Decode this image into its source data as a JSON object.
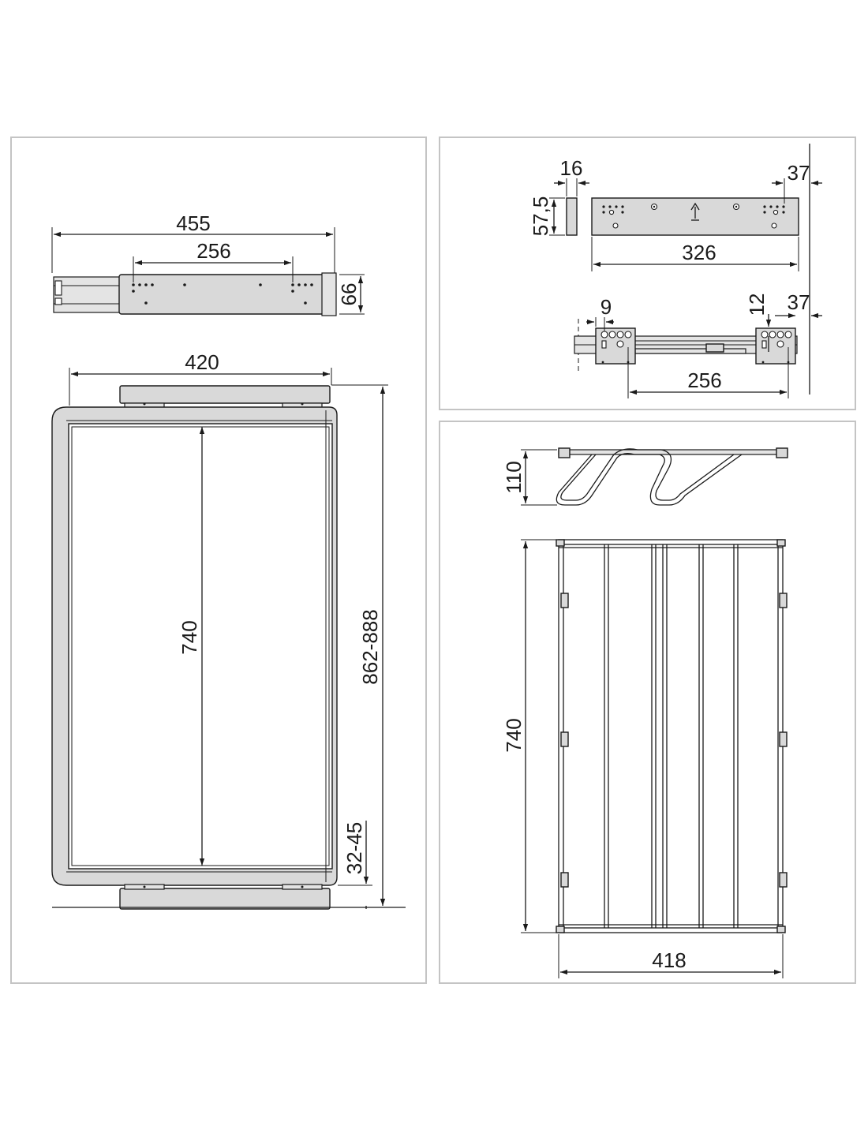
{
  "dimensions": {
    "front_width": "455",
    "front_hole_spacing": "256",
    "front_height": "66",
    "plan_width": "420",
    "plan_depth": "740",
    "cabinet_depth": "862-888",
    "front_offset": "32-45",
    "plate_thickness": "16",
    "plate_height": "57,5",
    "plate_offset": "37",
    "plate_length": "326",
    "slide_hole_offset": "9",
    "slide_offset_vertical": "12",
    "slide_offset": "37",
    "slide_hole_spacing": "256",
    "rack_height": "110",
    "rack_depth": "740",
    "rack_width": "418"
  },
  "colors": {
    "panel_border": "#c4c4c4",
    "part_fill": "#d9d9d9",
    "line": "#1a1a1a"
  }
}
